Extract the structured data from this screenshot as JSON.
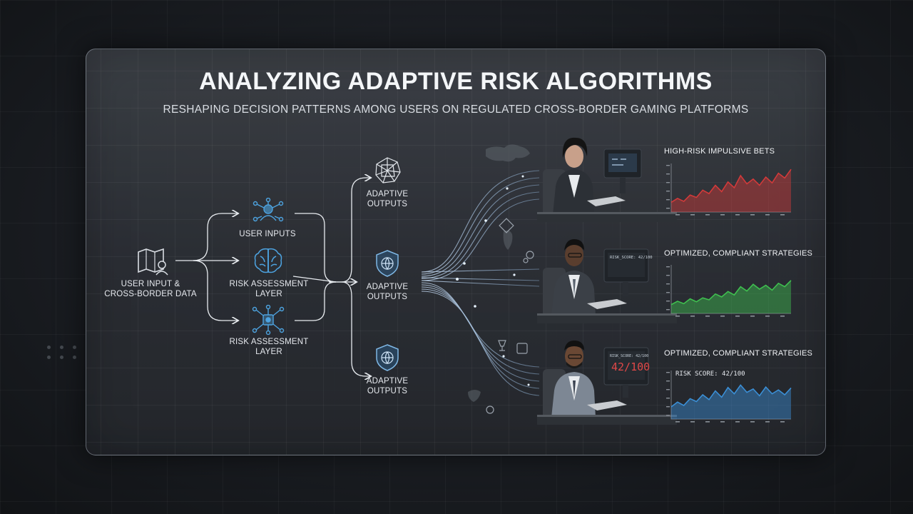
{
  "header": {
    "title": "ANALYZING ADAPTIVE RISK ALGORITHMS",
    "subtitle": "RESHAPING DECISION PATTERNS AMONG USERS ON REGULATED CROSS-BORDER GAMING PLATFORMS"
  },
  "flow": {
    "source": {
      "line1": "USER INPUT &",
      "line2": "CROSS-BORDER DATA",
      "icon": "map-user-icon"
    },
    "nodes": [
      {
        "label": "USER INPUTS",
        "icon": "user-network-icon"
      },
      {
        "label_line1": "RISK ASSESSMENT",
        "label_line2": "LAYER",
        "icon": "brain-icon"
      },
      {
        "label_line1": "RISK ASSESSMENT",
        "label_line2": "LAYER",
        "icon": "chip-network-icon"
      }
    ],
    "outputs": [
      {
        "line1": "ADAPTIVE",
        "line2": "OUTPUTS",
        "icon": "sphere-network-icon"
      },
      {
        "line1": "ADAPTIVE",
        "line2": "OUTPUTS",
        "icon": "shield-globe-icon"
      },
      {
        "line1": "ADAPTIVE",
        "line2": "OUTPUTS",
        "icon": "shield-globe-icon"
      }
    ]
  },
  "scenes": [
    {
      "chart_title": "HIGH-RISK IMPULSIVE BETS",
      "screen_text": "",
      "color": "#d23a3a"
    },
    {
      "chart_title": "OPTIMIZED, COMPLIANT STRATEGIES",
      "screen_text": "RISK_SCORE: 42/100",
      "color": "#3fbf4f"
    },
    {
      "chart_title": "OPTIMIZED, COMPLIANT STRATEGIES",
      "screen_text": "RISK_SCORE: 42/100",
      "score_big": "42/100",
      "card_text": "RISK SCORE: 42/100",
      "color": "#3b8fd6"
    }
  ],
  "chart_data": [
    {
      "type": "area",
      "title": "HIGH-RISK IMPULSIVE BETS",
      "values": [
        20,
        28,
        22,
        35,
        30,
        45,
        38,
        55,
        42,
        62,
        50,
        75,
        58,
        68,
        55,
        72,
        60,
        80,
        70,
        88
      ],
      "color": "#d23a3a"
    },
    {
      "type": "area",
      "title": "OPTIMIZED, COMPLIANT STRATEGIES",
      "values": [
        18,
        25,
        20,
        30,
        24,
        32,
        28,
        40,
        34,
        45,
        38,
        55,
        46,
        60,
        50,
        58,
        48,
        62,
        55,
        68
      ],
      "color": "#3fbf4f"
    },
    {
      "type": "area",
      "title": "OPTIMIZED, COMPLIANT STRATEGIES",
      "values": [
        25,
        35,
        28,
        42,
        36,
        50,
        40,
        58,
        45,
        65,
        52,
        70,
        55,
        62,
        48,
        66,
        52,
        60,
        50,
        64
      ],
      "color": "#3b8fd6"
    }
  ]
}
